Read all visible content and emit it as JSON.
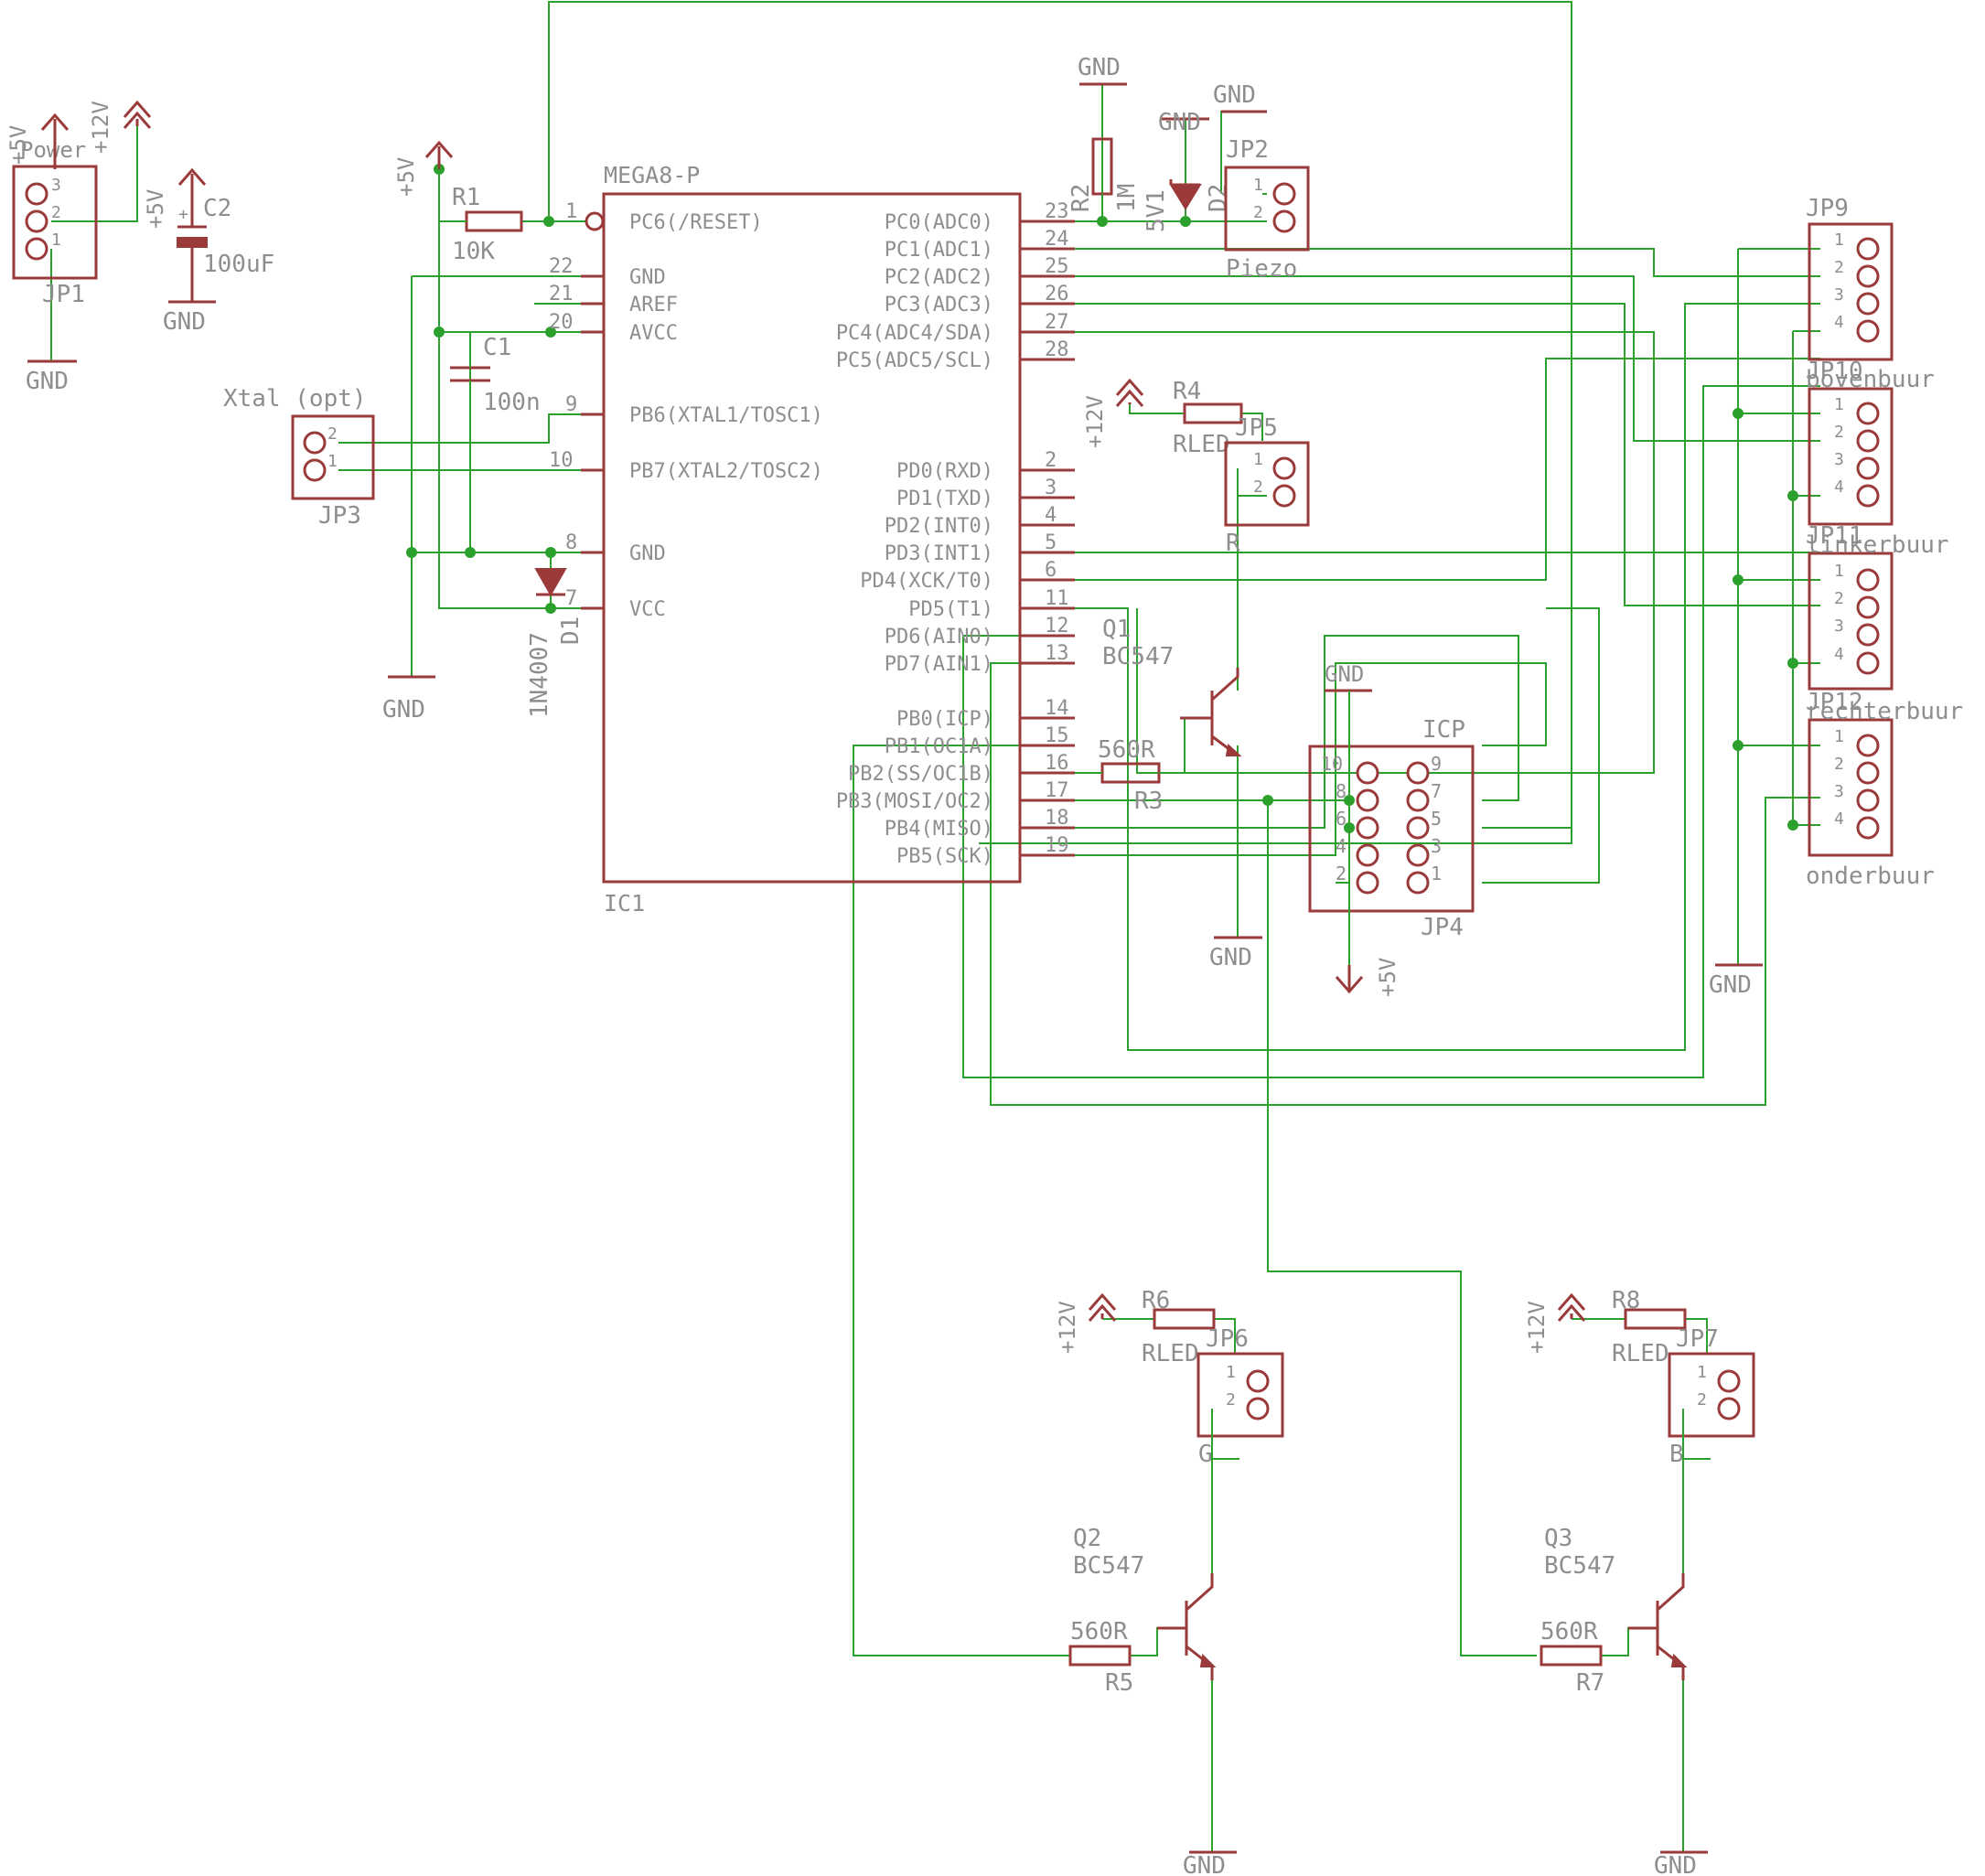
{
  "colors": {
    "wire": "#2ca02c",
    "part": "#9b3a3a",
    "label": "#8e8e8e",
    "background": "#ffffff"
  },
  "ic1": {
    "name": "IC1",
    "value": "MEGA8-P",
    "left_pins": [
      {
        "num": "1",
        "label": "PC6(/RESET)"
      },
      {
        "num": "22",
        "label": "GND"
      },
      {
        "num": "21",
        "label": "AREF"
      },
      {
        "num": "20",
        "label": "AVCC"
      },
      {
        "num": "9",
        "label": "PB6(XTAL1/TOSC1)"
      },
      {
        "num": "10",
        "label": "PB7(XTAL2/TOSC2)"
      },
      {
        "num": "8",
        "label": "GND"
      },
      {
        "num": "7",
        "label": "VCC"
      }
    ],
    "right_pins": [
      {
        "num": "23",
        "label": "PC0(ADC0)"
      },
      {
        "num": "24",
        "label": "PC1(ADC1)"
      },
      {
        "num": "25",
        "label": "PC2(ADC2)"
      },
      {
        "num": "26",
        "label": "PC3(ADC3)"
      },
      {
        "num": "27",
        "label": "PC4(ADC4/SDA)"
      },
      {
        "num": "28",
        "label": "PC5(ADC5/SCL)"
      },
      {
        "num": "2",
        "label": "PD0(RXD)"
      },
      {
        "num": "3",
        "label": "PD1(TXD)"
      },
      {
        "num": "4",
        "label": "PD2(INT0)"
      },
      {
        "num": "5",
        "label": "PD3(INT1)"
      },
      {
        "num": "6",
        "label": "PD4(XCK/T0)"
      },
      {
        "num": "11",
        "label": "PD5(T1)"
      },
      {
        "num": "12",
        "label": "PD6(AIN0)"
      },
      {
        "num": "13",
        "label": "PD7(AIN1)"
      },
      {
        "num": "14",
        "label": "PB0(ICP)"
      },
      {
        "num": "15",
        "label": "PB1(OC1A)"
      },
      {
        "num": "16",
        "label": "PB2(SS/OC1B)"
      },
      {
        "num": "17",
        "label": "PB3(MOSI/OC2)"
      },
      {
        "num": "18",
        "label": "PB4(MISO)"
      },
      {
        "num": "19",
        "label": "PB5(SCK)"
      }
    ]
  },
  "jp1": {
    "name": "JP1",
    "title": "Power",
    "pins": [
      "3",
      "2",
      "1"
    ]
  },
  "jp2": {
    "name": "JP2",
    "title": "Piezo",
    "pins": [
      "1",
      "2"
    ]
  },
  "jp3": {
    "name": "JP3",
    "title": "Xtal (opt)",
    "pins": [
      "2",
      "1"
    ]
  },
  "jp4": {
    "name": "JP4",
    "title": "ICP",
    "pins_left": [
      "10",
      "8",
      "6",
      "4",
      "2"
    ],
    "pins_right": [
      "9",
      "7",
      "5",
      "3",
      "1"
    ]
  },
  "jp5": {
    "name": "JP5",
    "value": "R",
    "pins": [
      "1",
      "2"
    ]
  },
  "jp6": {
    "name": "JP6",
    "value": "G",
    "pins": [
      "1",
      "2"
    ]
  },
  "jp7": {
    "name": "JP7",
    "value": "B",
    "pins": [
      "1",
      "2"
    ]
  },
  "jp9": {
    "name": "JP9",
    "pins": [
      "1",
      "2",
      "3",
      "4"
    ]
  },
  "jp10": {
    "name": "JP10",
    "title": "bovenbuur",
    "pins": [
      "1",
      "2",
      "3",
      "4"
    ]
  },
  "jp11": {
    "name": "JP11",
    "title": "linkerbuur",
    "pins": [
      "1",
      "2",
      "3",
      "4"
    ]
  },
  "jp12": {
    "name": "JP12",
    "title": "rechterbuur",
    "pins": [
      "1",
      "2",
      "3",
      "4"
    ]
  },
  "onderbuur": "onderbuur",
  "r1": {
    "name": "R1",
    "value": "10K"
  },
  "r2": {
    "name": "R2",
    "value": "1M"
  },
  "r3": {
    "name": "R3",
    "value": "560R"
  },
  "r4": {
    "name": "R4",
    "value": "RLED"
  },
  "r5": {
    "name": "R5",
    "value": "560R"
  },
  "r6": {
    "name": "R6",
    "value": "RLED"
  },
  "r7": {
    "name": "R7",
    "value": "560R"
  },
  "r8": {
    "name": "R8",
    "value": "RLED"
  },
  "c1": {
    "name": "C1",
    "value": "100n"
  },
  "c2": {
    "name": "C2",
    "value": "100uF",
    "polarity": "+"
  },
  "d1": {
    "name": "D1",
    "value": "1N4007"
  },
  "d2": {
    "name": "D2",
    "value": "5V1"
  },
  "q1": {
    "name": "Q1",
    "value": "BC547"
  },
  "q2": {
    "name": "Q2",
    "value": "BC547"
  },
  "q3": {
    "name": "Q3",
    "value": "BC547"
  },
  "supply": {
    "gnd": "GND",
    "v5": "+5V",
    "v12": "+12V"
  }
}
